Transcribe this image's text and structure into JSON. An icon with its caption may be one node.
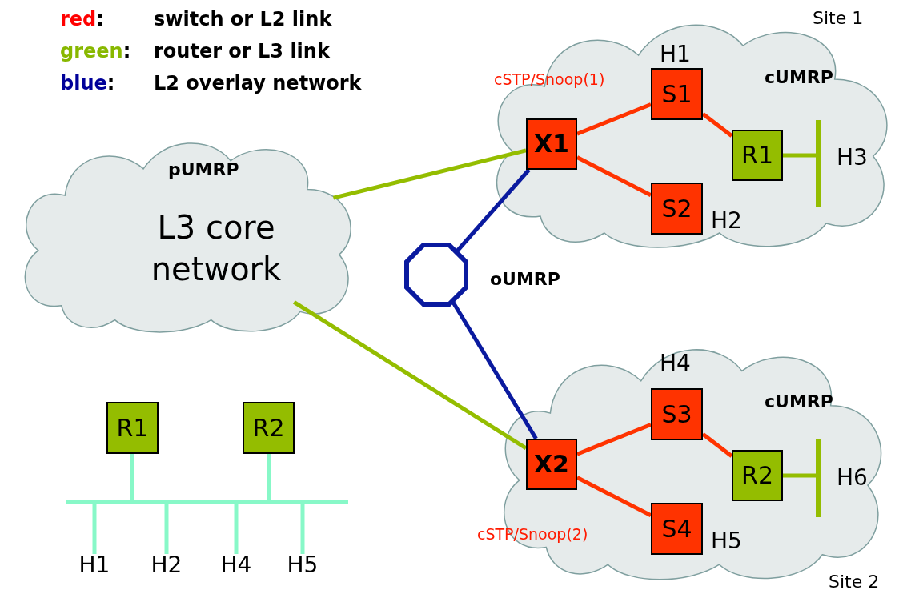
{
  "diagram": {
    "nodes": [
      {
        "text": [
          "pUMRP",
          "L3 core network"
        ]
      },
      {
        "text": [
          "cUMRP"
        ],
        "beside": [
          "Site 1"
        ]
      },
      {
        "text": [
          "X1"
        ],
        "in": 1
      },
      {
        "text": [
          "S1"
        ],
        "in": 1,
        "beside": [
          "H1"
        ]
      },
      {
        "text": [
          "S2"
        ],
        "in": 1,
        "beside": [
          "H2"
        ]
      },
      {
        "text": [
          "R1"
        ],
        "in": 1
      },
      {
        "text": [],
        "shape": "bar",
        "in": 1,
        "beside": [
          "H3"
        ]
      },
      {
        "text": [],
        "shape": "octagon",
        "beside": [
          "oUMRP"
        ]
      },
      {
        "text": [
          "cUMRP"
        ],
        "beside": [
          "Site 2"
        ]
      },
      {
        "text": [
          "X2"
        ],
        "in": 8
      },
      {
        "text": [
          "S3"
        ],
        "in": 8,
        "beside": [
          "H4"
        ]
      },
      {
        "text": [
          "S4"
        ],
        "in": 8,
        "beside": [
          "H5"
        ]
      },
      {
        "text": [
          "R2"
        ],
        "in": 8
      },
      {
        "text": [],
        "shape": "bar",
        "in": 8,
        "beside": [
          "H6"
        ]
      },
      {
        "text": [
          "R1"
        ]
      },
      {
        "text": [
          "R2"
        ]
      },
      {
        "text": [],
        "shape": "bar"
      },
      {
        "text": [
          "H1"
        ]
      },
      {
        "text": [
          "H2"
        ]
      },
      {
        "text": [
          "H4"
        ]
      },
      {
        "text": [
          "H5"
        ]
      }
    ],
    "edges": [
      {
        "from": 0,
        "to": 2,
        "arrow": "none",
        "color": "#94bd00"
      },
      {
        "from": 0,
        "to": 9,
        "arrow": "none",
        "color": "#94bd00"
      },
      {
        "from": 2,
        "to": 3,
        "arrow": "none",
        "color": "#ff3300"
      },
      {
        "from": 2,
        "to": 4,
        "arrow": "none",
        "color": "#ff3300"
      },
      {
        "from": 3,
        "to": 5,
        "arrow": "none",
        "color": "#ff3300"
      },
      {
        "from": 5,
        "to": 6,
        "arrow": "none",
        "color": "#94bd00"
      },
      {
        "from": 2,
        "to": 7,
        "arrow": "none",
        "color": "#0a1a9f"
      },
      {
        "from": 7,
        "to": 9,
        "arrow": "none",
        "color": "#0a1a9f"
      },
      {
        "from": 9,
        "to": 10,
        "arrow": "none",
        "color": "#ff3300"
      },
      {
        "from": 9,
        "to": 11,
        "arrow": "none",
        "color": "#ff3300"
      },
      {
        "from": 10,
        "to": 12,
        "arrow": "none",
        "color": "#ff3300"
      },
      {
        "from": 12,
        "to": 13,
        "arrow": "none",
        "color": "#94bd00"
      },
      {
        "from": 14,
        "to": 16,
        "arrow": "none",
        "color": "#88f8c8"
      },
      {
        "from": 15,
        "to": 16,
        "arrow": "none",
        "color": "#88f8c8"
      },
      {
        "from": 16,
        "to": 17,
        "arrow": "none",
        "color": "#88f8c8"
      },
      {
        "from": 16,
        "to": 18,
        "arrow": "none",
        "color": "#88f8c8"
      },
      {
        "from": 16,
        "to": 19,
        "arrow": "none",
        "color": "#88f8c8"
      },
      {
        "from": 16,
        "to": 20,
        "arrow": "none",
        "color": "#88f8c8"
      }
    ],
    "labels": [
      "cSTP/Snoop(1)",
      "cSTP/Snoop(2)"
    ],
    "legend": [
      {
        "text": "red: switch or L2 link",
        "color": "#ff0000"
      },
      {
        "text": "green: router or L3 link",
        "color": "#88b800"
      },
      {
        "text": "blue: L2 overlay network",
        "color": "#000099"
      }
    ]
  }
}
